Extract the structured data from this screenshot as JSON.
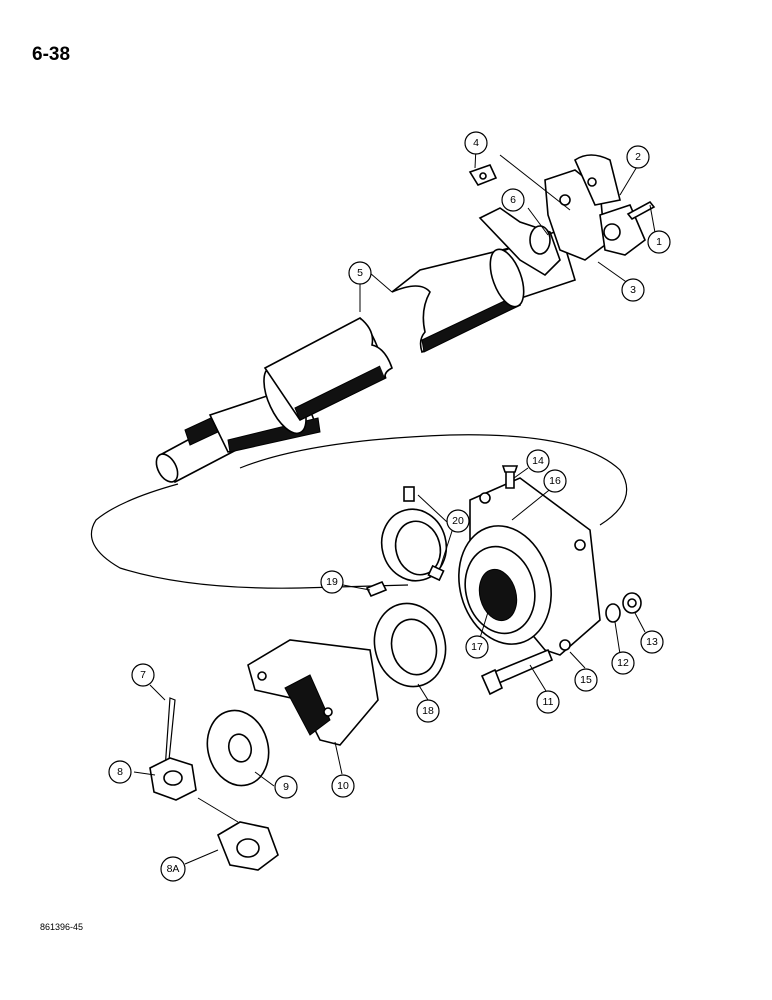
{
  "page": {
    "number": "6-38",
    "doc_code": "861396-45"
  },
  "callouts": [
    {
      "id": "c1",
      "label": "1"
    },
    {
      "id": "c2",
      "label": "2"
    },
    {
      "id": "c3",
      "label": "3"
    },
    {
      "id": "c4",
      "label": "4"
    },
    {
      "id": "c5",
      "label": "5"
    },
    {
      "id": "c6",
      "label": "6"
    },
    {
      "id": "c7",
      "label": "7"
    },
    {
      "id": "c8",
      "label": "8"
    },
    {
      "id": "c8a",
      "label": "8A"
    },
    {
      "id": "c9",
      "label": "9"
    },
    {
      "id": "c10",
      "label": "10"
    },
    {
      "id": "c11",
      "label": "11"
    },
    {
      "id": "c12",
      "label": "12"
    },
    {
      "id": "c13",
      "label": "13"
    },
    {
      "id": "c14",
      "label": "14"
    },
    {
      "id": "c15",
      "label": "15"
    },
    {
      "id": "c16",
      "label": "16"
    },
    {
      "id": "c17",
      "label": "17"
    },
    {
      "id": "c18",
      "label": "18"
    },
    {
      "id": "c19",
      "label": "19"
    },
    {
      "id": "c20",
      "label": "20"
    }
  ]
}
